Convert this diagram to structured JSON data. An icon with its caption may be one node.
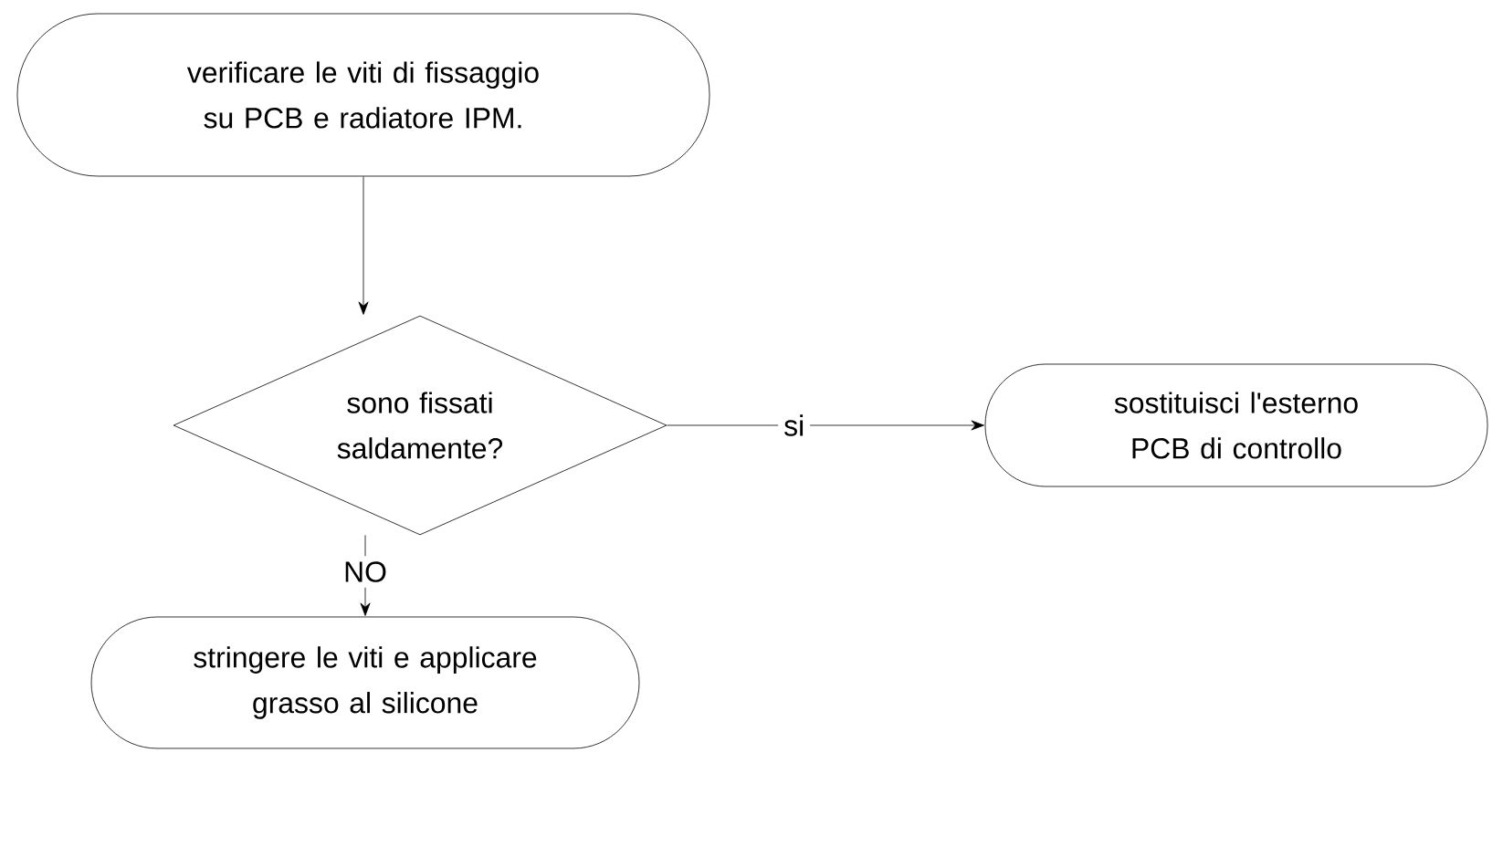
{
  "diagram": {
    "nodes": [
      {
        "text": [
          "verificare le viti di fissaggio su PCB e radiatore IPM."
        ]
      },
      {
        "text": [
          "sono fissati saldamente?"
        ]
      },
      {
        "text": [
          "sostituisci l'esterno PCB di controllo"
        ]
      },
      {
        "text": [
          "stringere le viti e applicare grasso al silicone"
        ]
      }
    ],
    "edges": [
      {
        "from": 0,
        "to": 1,
        "arrow": "to"
      },
      {
        "from": 1,
        "to": 2,
        "arrow": "to",
        "label": "si"
      },
      {
        "from": 1,
        "to": 3,
        "arrow": "to",
        "label": "NO"
      }
    ]
  }
}
